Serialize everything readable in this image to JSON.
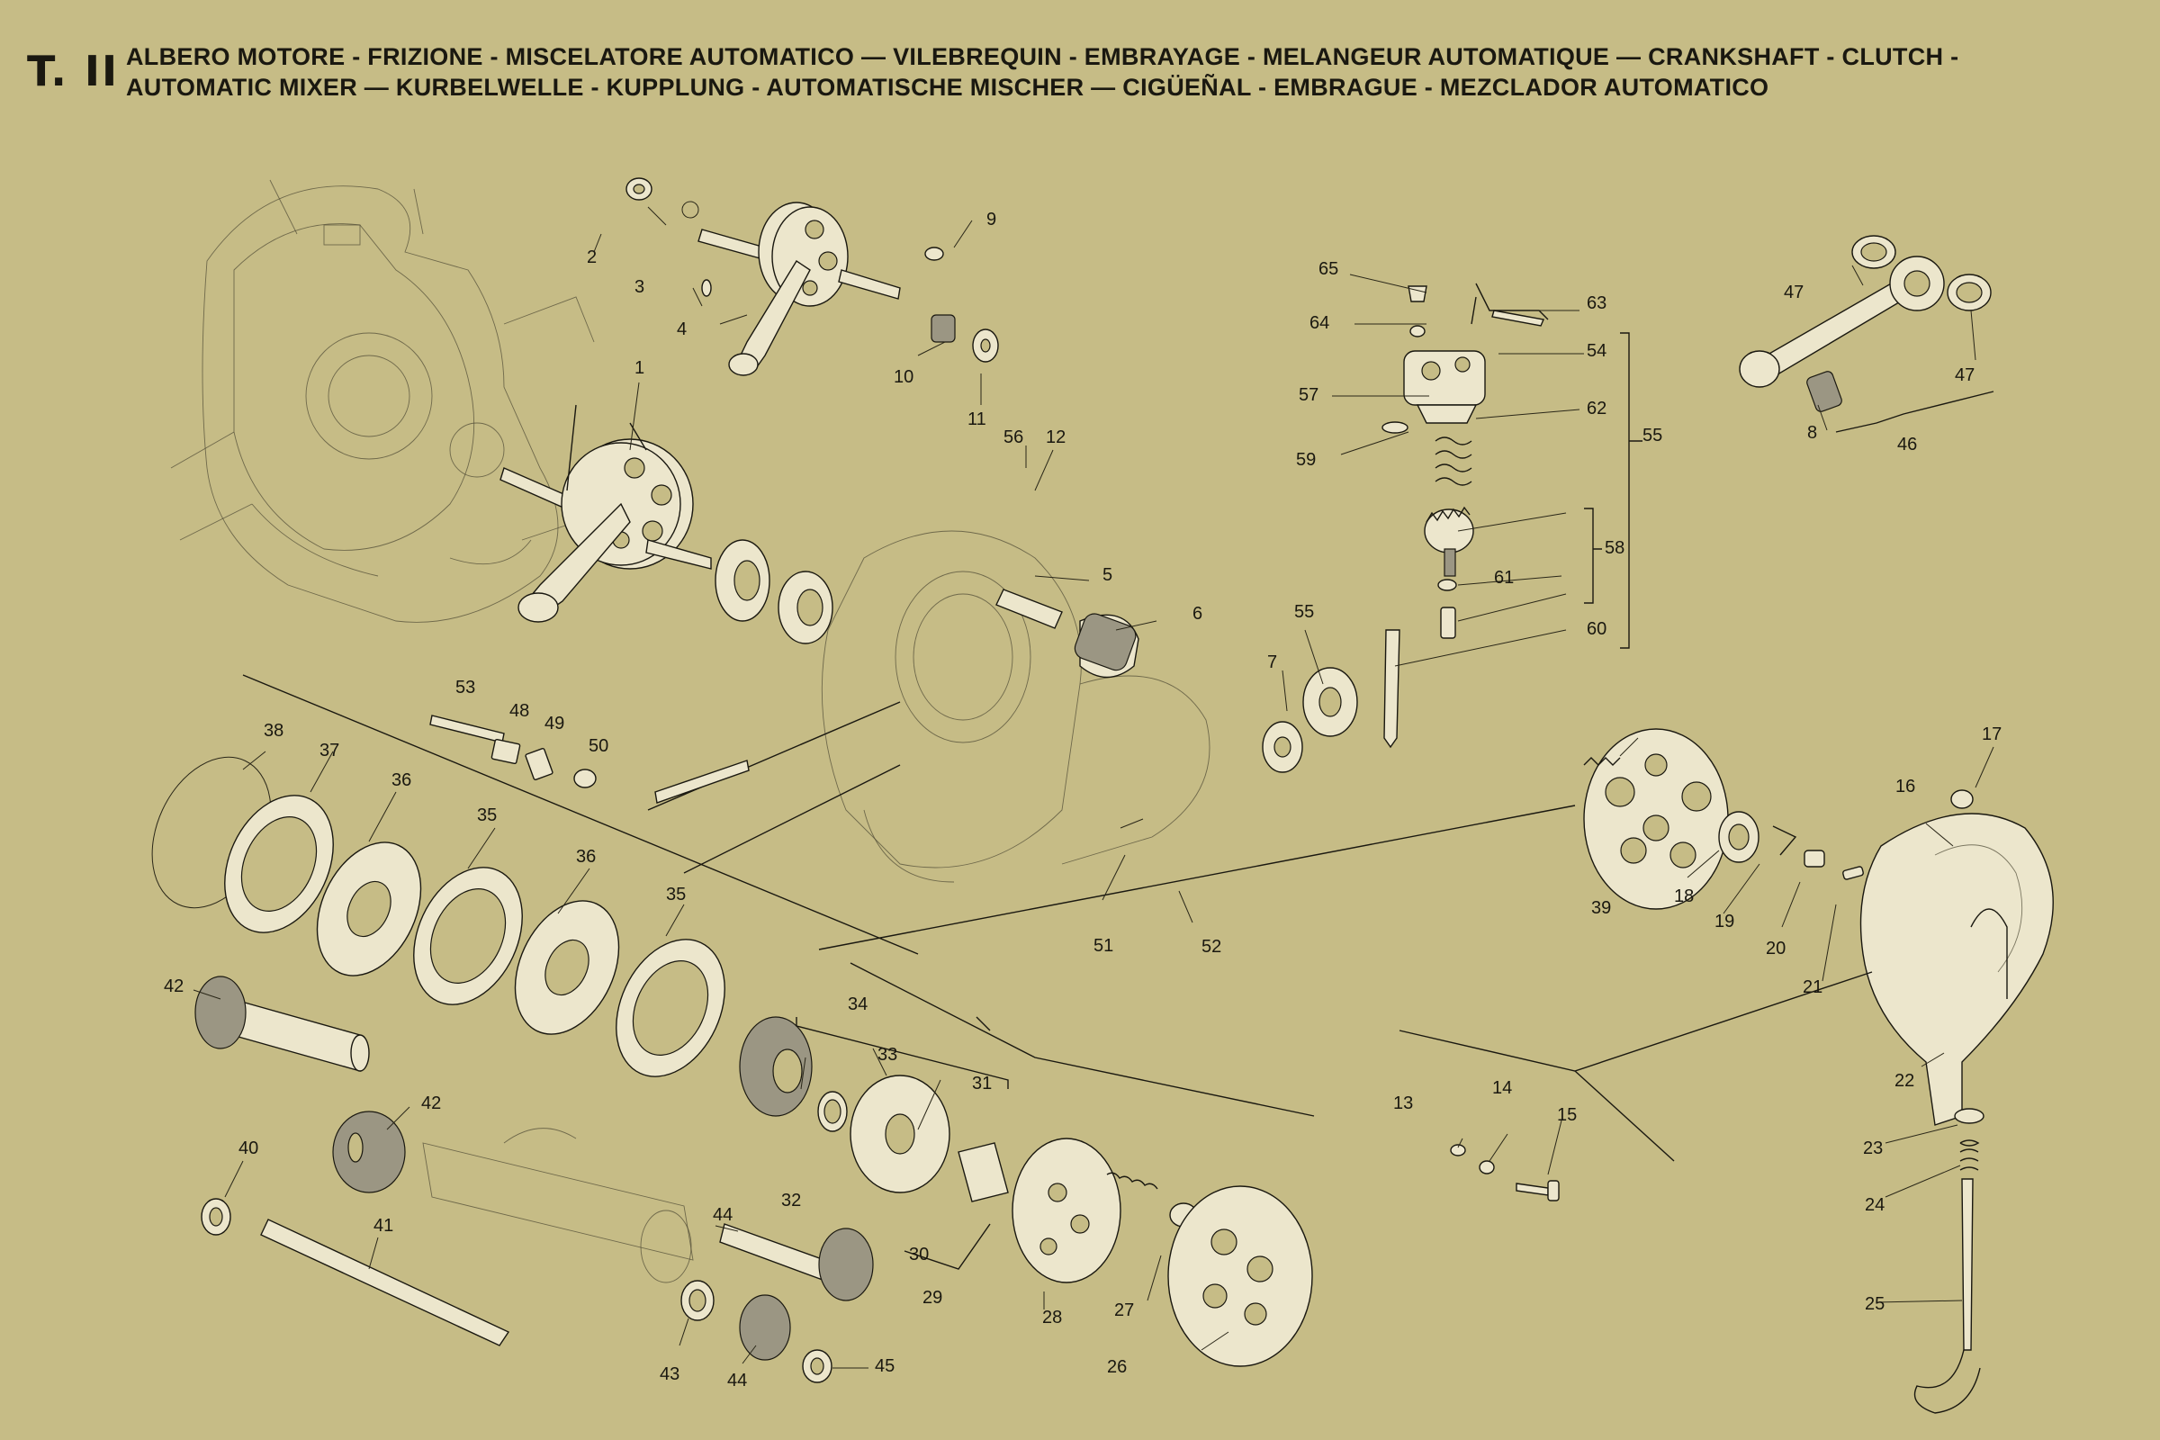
{
  "plate": {
    "id": "T. II"
  },
  "title": {
    "line1": "ALBERO MOTORE - FRIZIONE - MISCELATORE AUTOMATICO — VILEBREQUIN - EMBRAYAGE - MELANGEUR AUTOMATIQUE — CRANKSHAFT - CLUTCH -",
    "line2": "AUTOMATIC MIXER — KURBELWELLE - KUPPLUNG - AUTOMATISCHE MISCHER — CIGÜEÑAL - EMBRAGUE - MEZCLADOR AUTOMATICO"
  },
  "callouts": [
    "1",
    "2",
    "3",
    "4",
    "5",
    "6",
    "7",
    "8",
    "9",
    "10",
    "11",
    "12",
    "13",
    "14",
    "15",
    "16",
    "17",
    "18",
    "19",
    "20",
    "21",
    "22",
    "23",
    "24",
    "25",
    "26",
    "27",
    "28",
    "29",
    "30",
    "31",
    "32",
    "33",
    "34",
    "35",
    "35",
    "36",
    "36",
    "37",
    "38",
    "39",
    "40",
    "41",
    "42",
    "42",
    "43",
    "44",
    "44",
    "45",
    "46",
    "47",
    "47",
    "48",
    "49",
    "50",
    "51",
    "52",
    "53",
    "54",
    "55",
    "55",
    "56",
    "57",
    "58",
    "59",
    "60",
    "61",
    "62",
    "63",
    "64",
    "65"
  ],
  "colors": {
    "paper": "#c6bc86",
    "ink": "#1a1810",
    "part_fill": "#ece6cc"
  }
}
